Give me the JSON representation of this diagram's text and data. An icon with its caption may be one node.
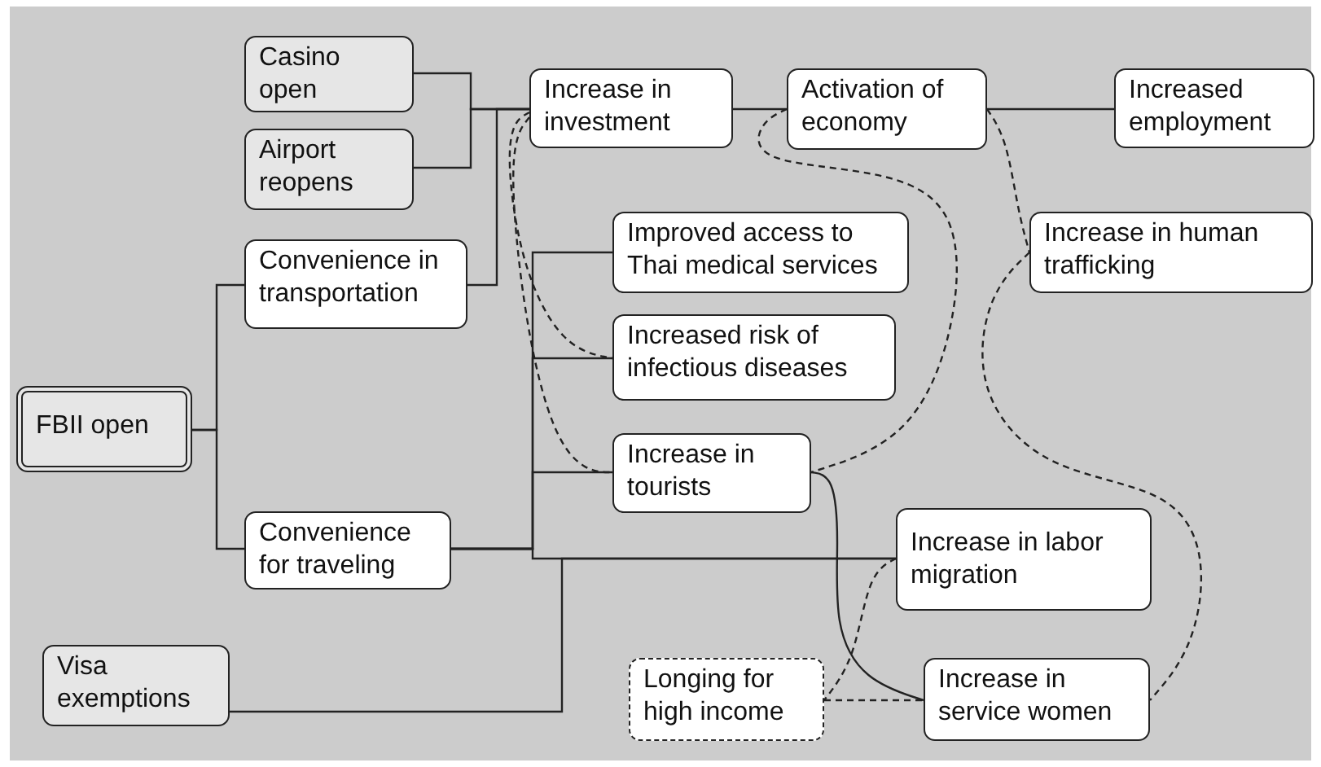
{
  "diagram": {
    "nodes": [
      {
        "text": [
          "Casino open"
        ]
      },
      {
        "text": [
          "Airport reopens"
        ]
      },
      {
        "text": [
          "Increase in investment"
        ]
      },
      {
        "text": [
          "Activation of economy"
        ]
      },
      {
        "text": [
          "Increased employment"
        ]
      },
      {
        "text": [
          "Convenience in transportation"
        ]
      },
      {
        "text": [
          "Improved access to Thai medical services"
        ]
      },
      {
        "text": [
          "Increase in human trafficking"
        ]
      },
      {
        "text": [
          "FBII open"
        ]
      },
      {
        "text": [
          "Increased risk of infectious diseases"
        ]
      },
      {
        "text": [
          "Increase in tourists"
        ]
      },
      {
        "text": [
          "Convenience for traveling"
        ]
      },
      {
        "text": [
          "Increase in labor migration"
        ]
      },
      {
        "text": [
          "Visa exemptions"
        ]
      },
      {
        "text": [
          "Longing for high income"
        ]
      },
      {
        "text": [
          "Increase in service women"
        ]
      }
    ],
    "edges": [
      {
        "from": 0,
        "to": 2,
        "arrow": "none"
      },
      {
        "from": 1,
        "to": 2,
        "arrow": "none"
      },
      {
        "from": 5,
        "to": 2,
        "arrow": "none"
      },
      {
        "from": 2,
        "to": 3,
        "arrow": "none"
      },
      {
        "from": 3,
        "to": 4,
        "arrow": "none"
      },
      {
        "from": 8,
        "to": 5,
        "arrow": "none"
      },
      {
        "from": 8,
        "to": 11,
        "arrow": "none"
      },
      {
        "from": 11,
        "to": 6,
        "arrow": "none"
      },
      {
        "from": 11,
        "to": 9,
        "arrow": "none"
      },
      {
        "from": 11,
        "to": 10,
        "arrow": "none"
      },
      {
        "from": 11,
        "to": 12,
        "arrow": "none"
      },
      {
        "from": 13,
        "to": 12,
        "arrow": "none"
      },
      {
        "from": 10,
        "to": 15,
        "arrow": "none"
      },
      {
        "from": 2,
        "to": 9,
        "arrow": "none",
        "style": "dashed"
      },
      {
        "from": 2,
        "to": 10,
        "arrow": "none",
        "style": "dashed"
      },
      {
        "from": 3,
        "to": 10,
        "arrow": "none",
        "style": "dashed"
      },
      {
        "from": 3,
        "to": 7,
        "arrow": "none",
        "style": "dashed"
      },
      {
        "from": 7,
        "to": 15,
        "arrow": "none",
        "style": "dashed"
      },
      {
        "from": 12,
        "to": 14,
        "arrow": "none",
        "style": "dashed"
      },
      {
        "from": 14,
        "to": 15,
        "arrow": "none",
        "style": "dashed"
      }
    ]
  }
}
